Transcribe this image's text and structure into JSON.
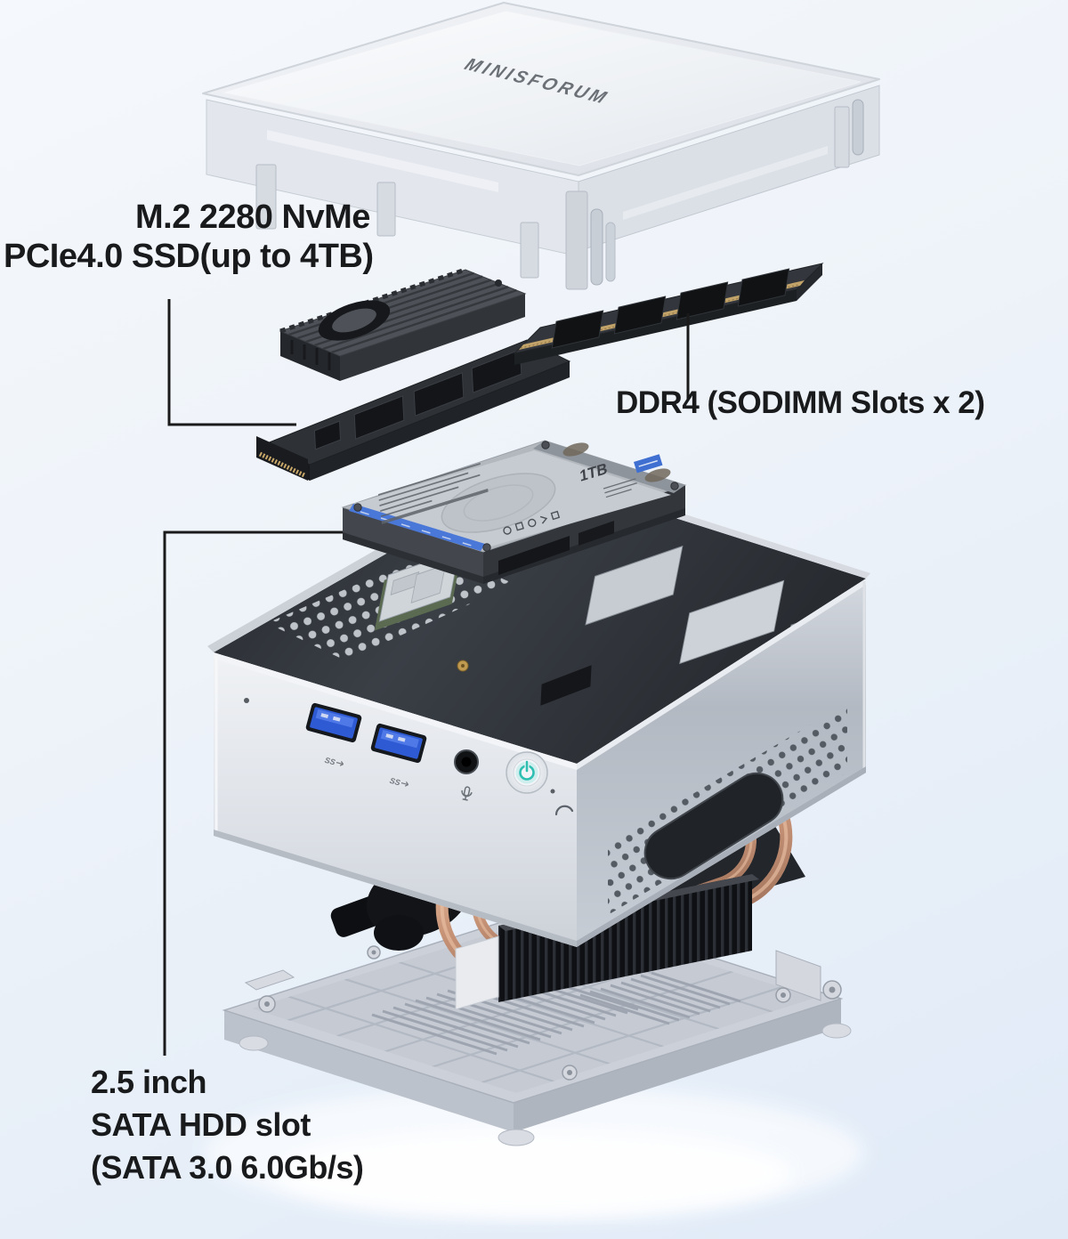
{
  "annotations": {
    "ssd_label": {
      "line1": "M.2 2280 NvMe",
      "line2": "PCIe4.0 SSD(up to 4TB)"
    },
    "ram_label": "DDR4 (SODIMM Slots x 2)",
    "hdd_label": {
      "line1": "2.5 inch",
      "line2": "SATA HDD slot",
      "line3": "(SATA 3.0 6.0Gb/s)"
    }
  },
  "device": {
    "brand_logo": "MINISFORUM",
    "hdd_capacity_label": "1TB",
    "usb_superspeed_mark": "SS"
  },
  "colors": {
    "background_start": "#f5f8fc",
    "background_end": "#e0eaf7",
    "annotation_text": "#191a1c",
    "leader_line": "#1a1a1a",
    "usb_port_blue": "#2e5ad4",
    "power_led_teal": "#2fbfb2",
    "hdd_stripe_blue": "#4a78d8",
    "copper_heatpipe": "#c89478",
    "chassis_silver": "#dde1e8",
    "pcb_dark": "#2e3237"
  }
}
